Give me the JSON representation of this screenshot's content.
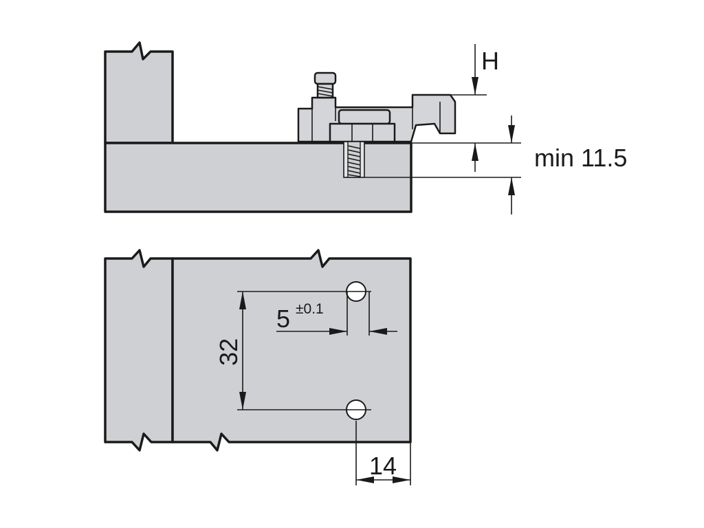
{
  "labels": {
    "h": "H",
    "min": "min 11.5",
    "offset_main": "5",
    "offset_tol": "±0.1",
    "spacing": "32",
    "edge": "14"
  },
  "colors": {
    "panel_fill": "#cfd0d3",
    "line": "#1a1a1a",
    "background": "#ffffff"
  }
}
